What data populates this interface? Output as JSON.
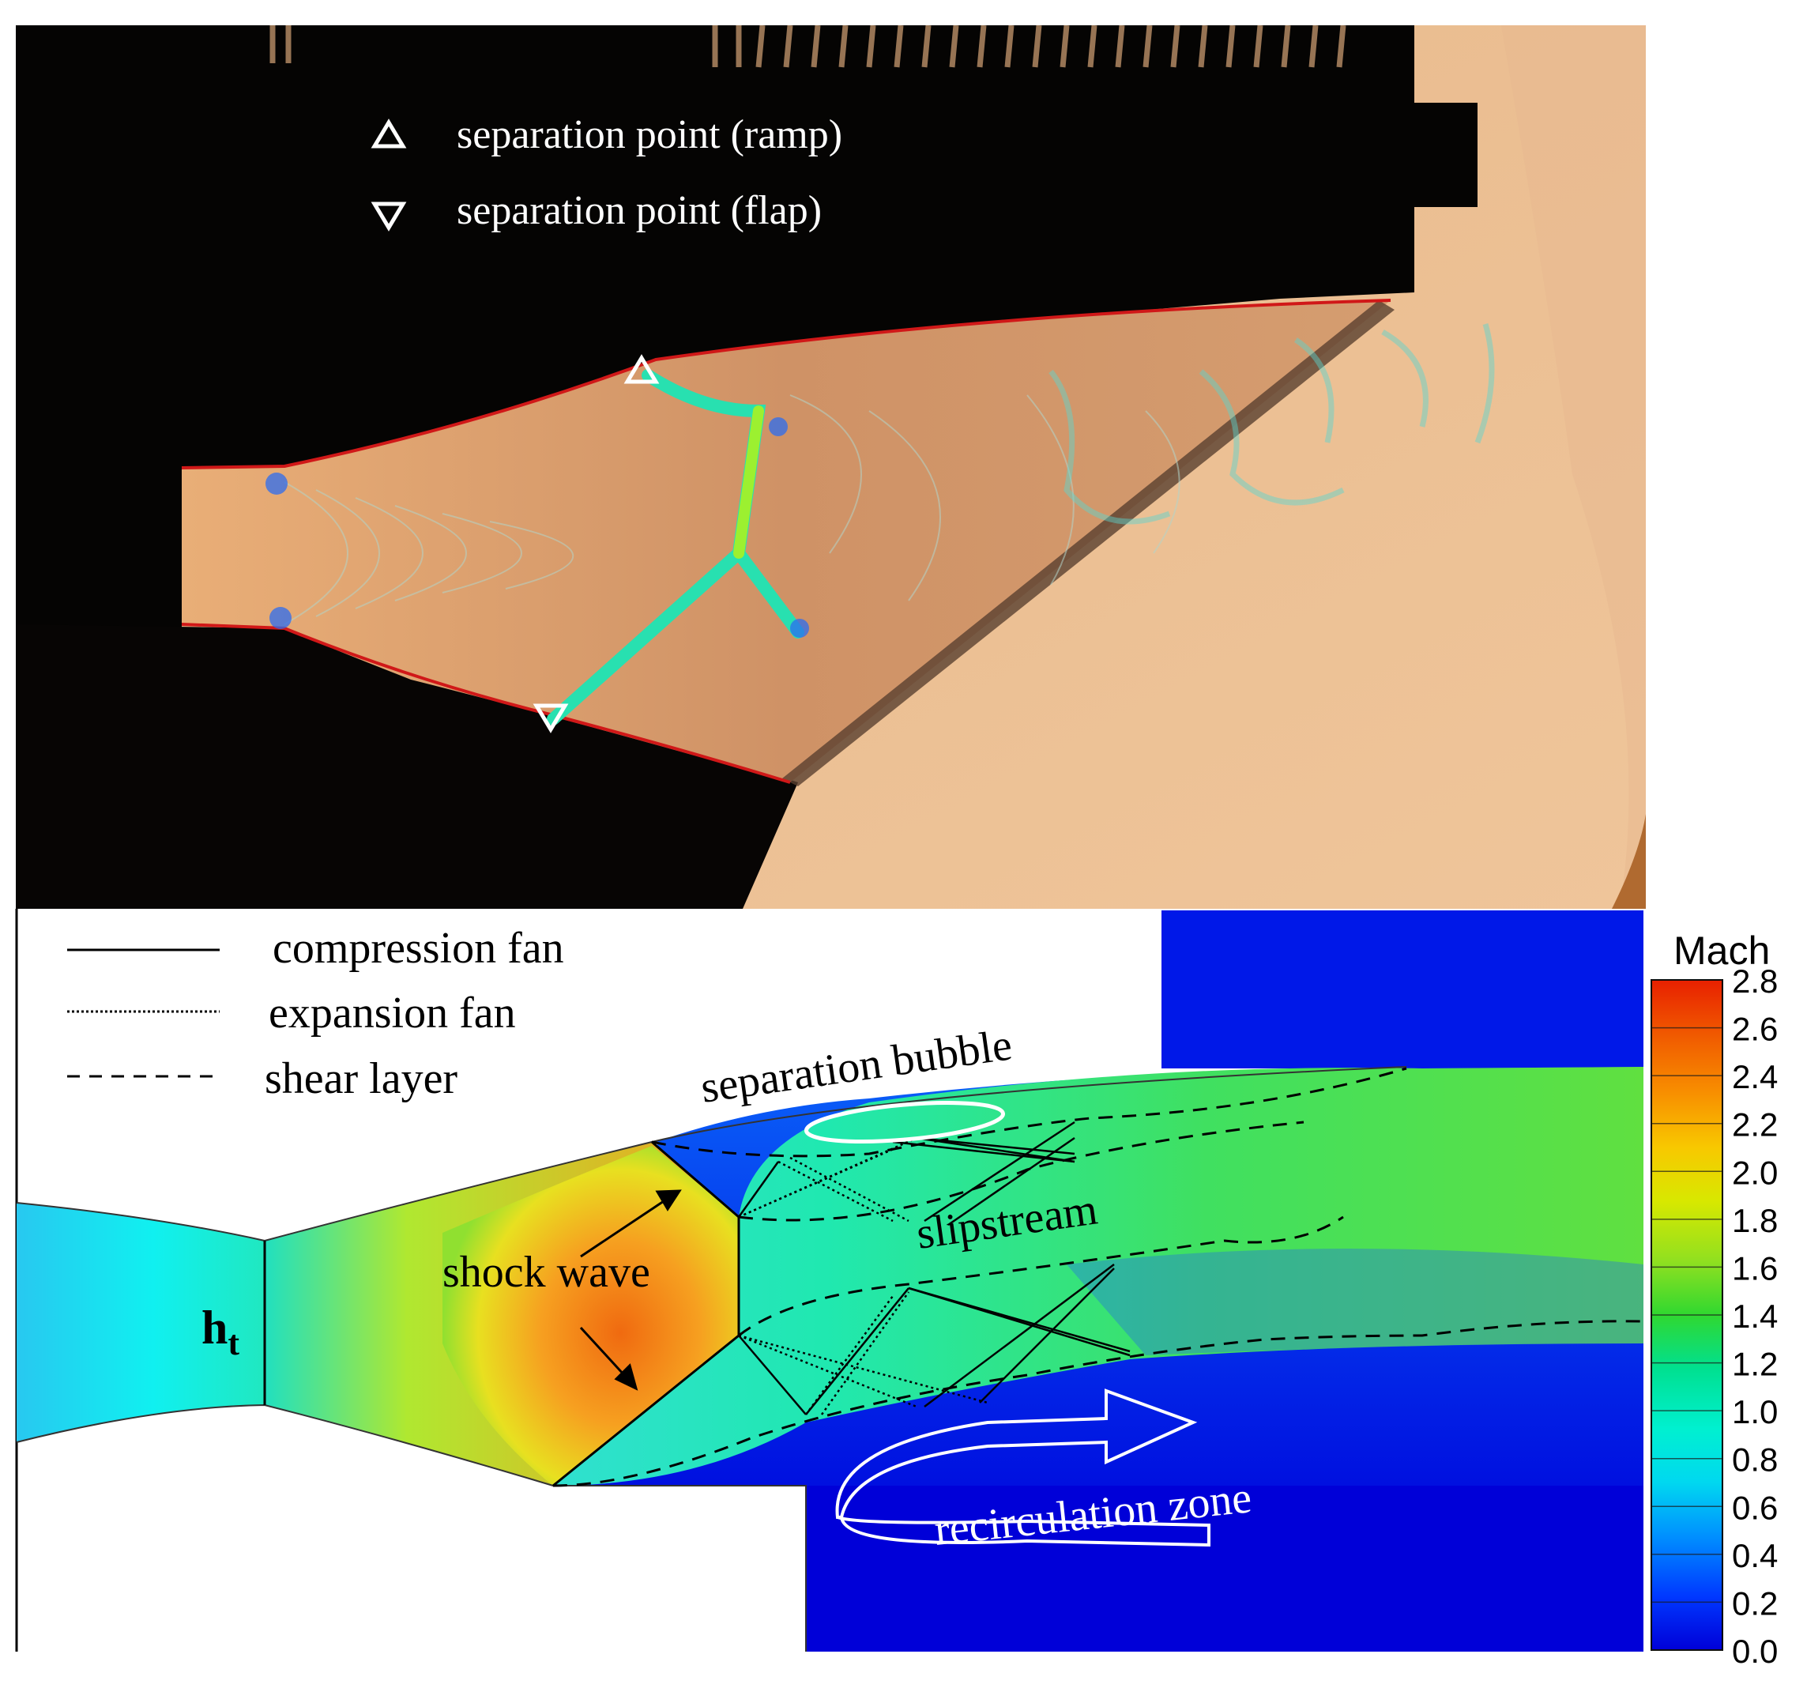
{
  "schlieren": {
    "legend": [
      {
        "marker": "triangle-up-icon",
        "label": "separation point (ramp)"
      },
      {
        "marker": "triangle-down-icon",
        "label": "separation point (flap)"
      }
    ]
  },
  "cfd": {
    "legend": [
      {
        "style": "solid",
        "label": "compression fan"
      },
      {
        "style": "dotted",
        "label": "expansion fan"
      },
      {
        "style": "dashed",
        "label": "shear layer"
      }
    ],
    "annotations": {
      "separation_bubble": "separation bubble",
      "slipstream": "slipstream",
      "shock_wave": "shock wave",
      "throat_symbol": "h",
      "throat_subscript": "t",
      "recirculation_zone": "recirculation zone"
    },
    "colorbar": {
      "title": "Mach",
      "ticks": [
        "2.8",
        "2.6",
        "2.4",
        "2.2",
        "2.0",
        "1.8",
        "1.6",
        "1.4",
        "1.2",
        "1.0",
        "0.8",
        "0.6",
        "0.4",
        "0.2",
        "0.0"
      ],
      "min": 0.0,
      "max": 2.8,
      "colors": [
        "#0000d8",
        "#0038ff",
        "#0090ff",
        "#00d8f0",
        "#00f0d0",
        "#00e090",
        "#30d830",
        "#90e020",
        "#d8e800",
        "#f8c800",
        "#f89000",
        "#f05800",
        "#e82000"
      ]
    }
  }
}
